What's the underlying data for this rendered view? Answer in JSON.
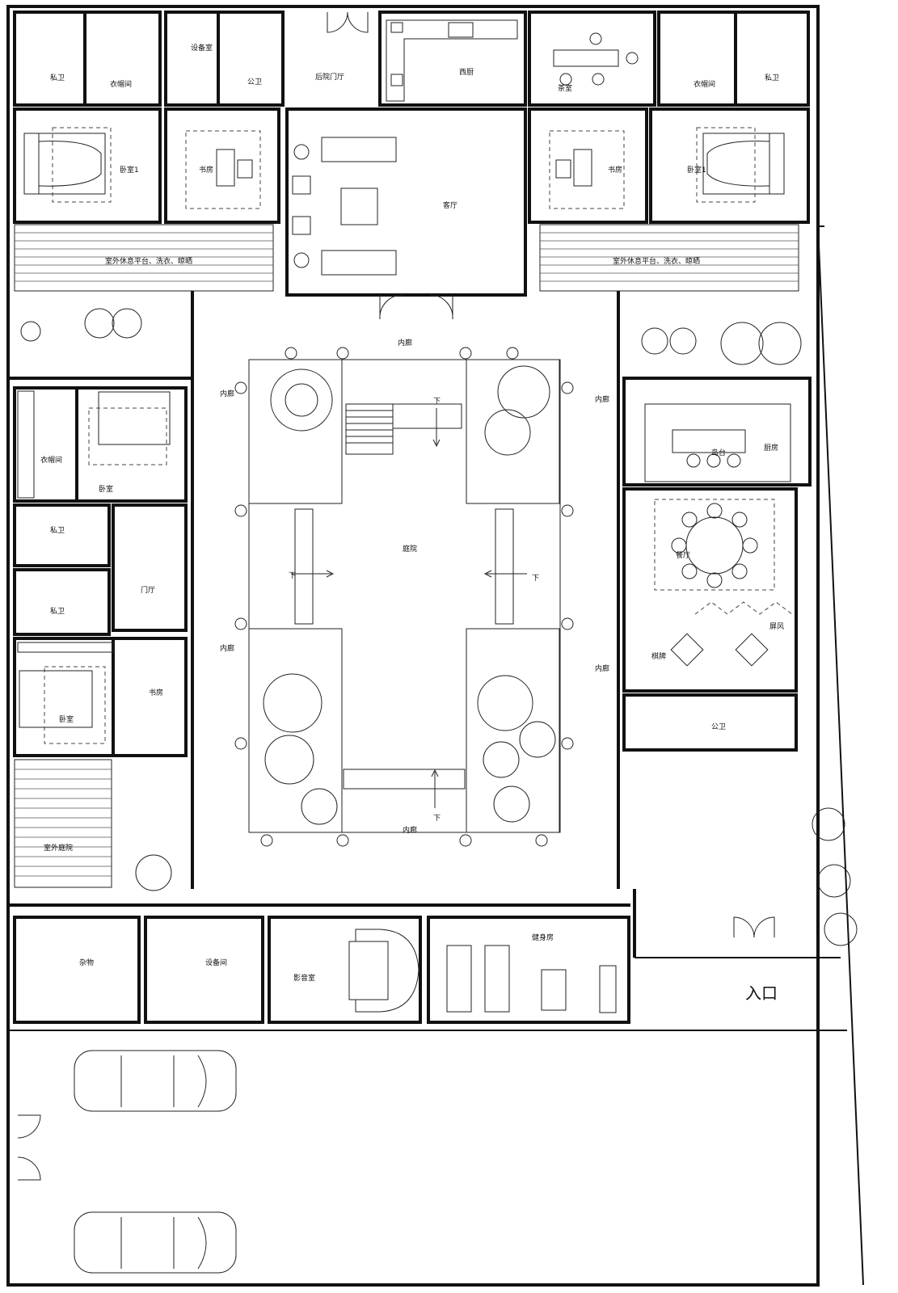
{
  "colors": {
    "line": "#111111",
    "background": "#ffffff"
  },
  "icons": [
    "door-swing-icon",
    "tree-icon",
    "bed-icon",
    "sofa-icon",
    "car-icon",
    "toilet-icon",
    "shower-icon",
    "dining-table-icon",
    "mahjong-table-icon",
    "treadmill-icon",
    "stove-icon"
  ],
  "rooms": {
    "priv_bath_tl": "私卫",
    "closet_tl": "衣帽间",
    "equip_room": "设备室",
    "public_wc_top": "公卫",
    "back_foyer": "后院门厅",
    "west_kitchen": "西厨",
    "tea_room": "茶室",
    "closet_tr": "衣帽间",
    "priv_bath_tr": "私卫",
    "bedroom1_left": "卧室1",
    "study_left": "书房",
    "living_room": "客厅",
    "study_right": "书房",
    "bedroom1_right": "卧室1",
    "terrace_left": "室外休息平台、洗衣、晾晒",
    "terrace_right": "室外休息平台、洗衣、晾晒",
    "inner_corridor_top": "内廊",
    "inner_corridor_left1": "内廊",
    "inner_corridor_right1": "内廊",
    "closet_left": "衣帽间",
    "bedroom_left": "卧室",
    "island": "岛台",
    "kitchen": "厨房",
    "priv_bath_left1": "私卫",
    "foyer": "门厅",
    "courtyard": "庭院",
    "dining_room": "餐厅",
    "priv_bath_left2": "私卫",
    "screen": "屏风",
    "inner_corridor_left2": "内廊",
    "chess_room": "棋牌",
    "inner_corridor_right2": "内廊",
    "study_lower": "书房",
    "bedroom_lower": "卧室",
    "public_wc_right": "公卫",
    "outdoor_garden": "室外庭院",
    "inner_corridor_bottom": "内廊",
    "storage": "杂物",
    "equip_room_lower": "设备间",
    "theater": "影音室",
    "gym": "健身房",
    "entrance": "入口"
  },
  "stairs": {
    "down_label": "下"
  }
}
